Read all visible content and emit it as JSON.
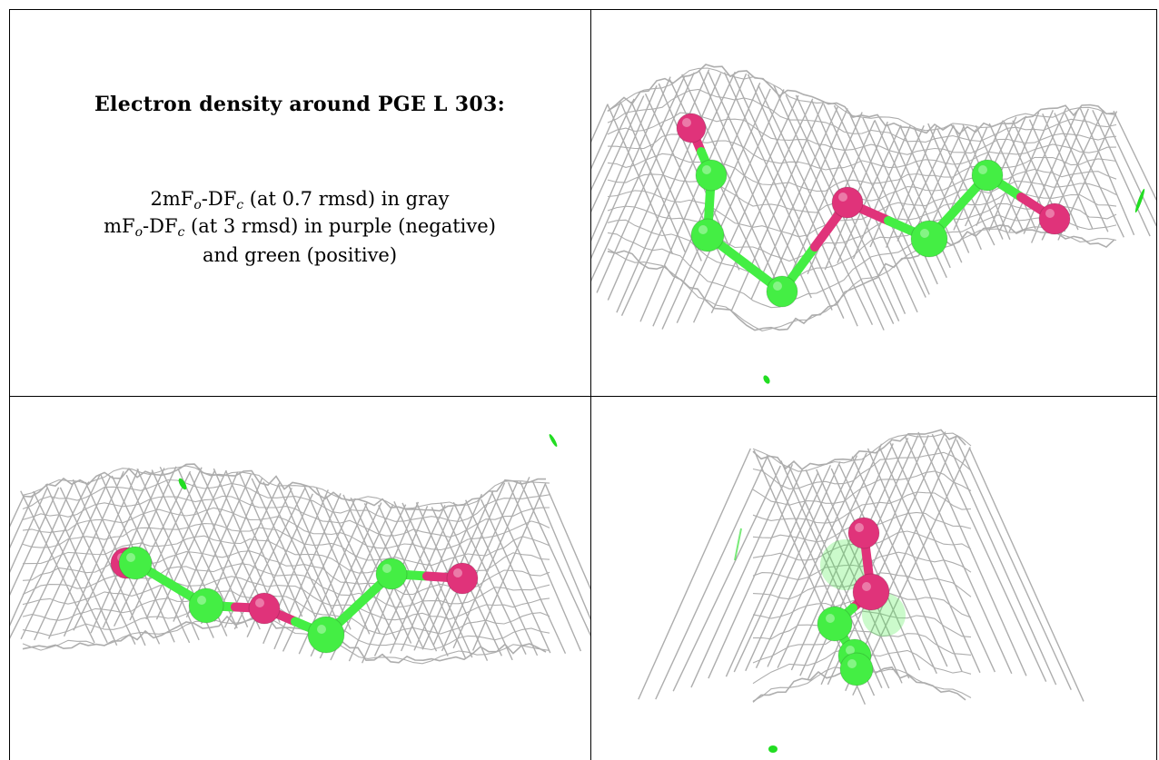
{
  "caption": {
    "title": "Electron density around PGE L 303:",
    "line1": {
      "pre": "2mF",
      "sub1": "o",
      "mid": "-DF",
      "sub2": "c",
      "post": " (at 0.7 rmsd) in gray"
    },
    "line2": {
      "pre": "mF",
      "sub1": "o",
      "mid": "-DF",
      "sub2": "c",
      "post": " (at 3 rmsd) in purple (negative)"
    },
    "line3": "and green (positive)"
  },
  "colors": {
    "mesh": "#a9a9a9",
    "oxygen": "#e0337a",
    "carbon": "#44ee44",
    "positive_density": "#22dd22"
  },
  "panels": [
    {
      "name": "view-top-right"
    },
    {
      "name": "view-bottom-left"
    },
    {
      "name": "view-bottom-right"
    }
  ]
}
